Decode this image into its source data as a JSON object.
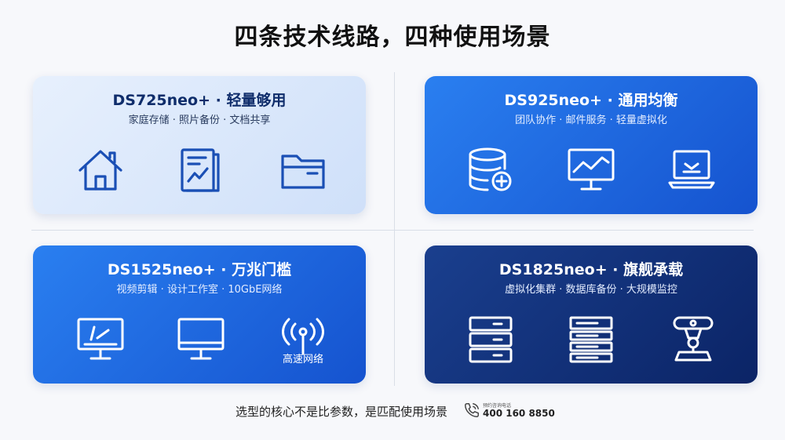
{
  "title": "四条技术线路，四种使用场景",
  "cards": [
    {
      "title": "DS725neo+ · 轻量够用",
      "subtitle": "家庭存储 · 照片备份 · 文档共享",
      "icons": [
        "house-icon",
        "document-chart-icon",
        "folder-icon"
      ]
    },
    {
      "title": "DS925neo+ · 通用均衡",
      "subtitle": "团队协作 · 邮件服务 · 轻量虚拟化",
      "icons": [
        "database-add-icon",
        "monitor-chart-icon",
        "laptop-download-icon"
      ]
    },
    {
      "title": "DS1525neo+ · 万兆门槛",
      "subtitle": "视频剪辑 · 设计工作室 · 10GbE网络",
      "icons": [
        "monitor-edit-icon",
        "monitor-icon",
        "wireless-antenna-icon"
      ],
      "icon_label": "高速网络"
    },
    {
      "title": "DS1825neo+ · 旗舰承载",
      "subtitle": "虚拟化集群 · 数据库备份 · 大规模监控",
      "icons": [
        "server-stack-icon",
        "server-rack-icon",
        "surveillance-camera-icon"
      ]
    }
  ],
  "footer": {
    "text": "选型的核心不是比参数，是匹配使用场景",
    "phone_caption": "预约咨询电话",
    "phone_number": "400 160 8850",
    "phone_icon": "phone-icon"
  },
  "colors": {
    "card_light": "#dbe8fb",
    "card_blue": "#1f6be3",
    "card_navy": "#123277",
    "icon_dark": "#1a4fb5",
    "icon_white": "#ffffff"
  }
}
